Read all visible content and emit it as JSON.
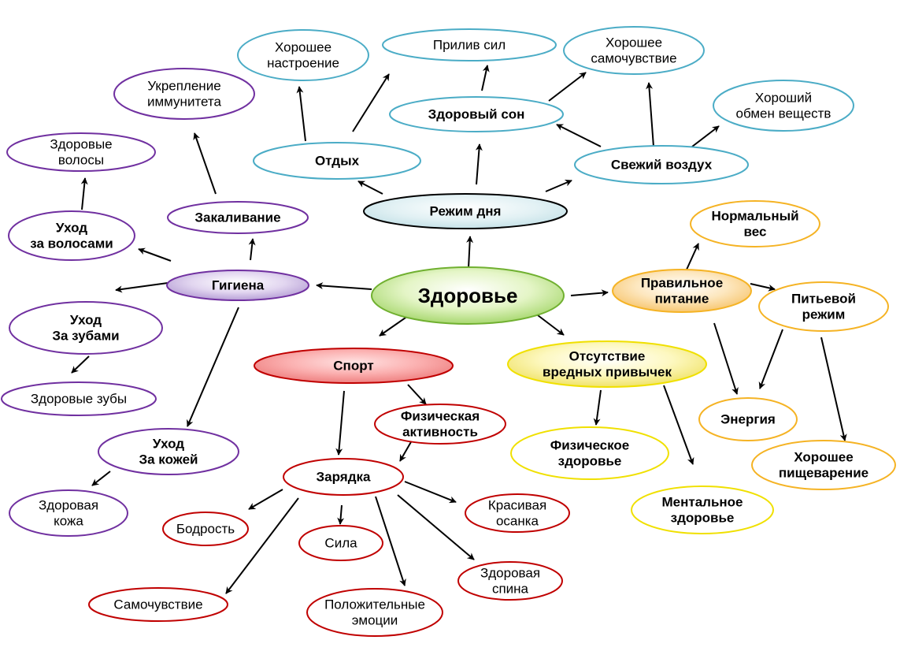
{
  "nodes": {
    "center": {
      "lines": [
        "Здоровье"
      ]
    },
    "gigiena": {
      "lines": [
        "Гигиена"
      ]
    },
    "rezhim": {
      "lines": [
        "Режим дня"
      ]
    },
    "sport": {
      "lines": [
        "Спорт"
      ]
    },
    "pitanie": {
      "lines": [
        "Правильное",
        "питание"
      ]
    },
    "privychki": {
      "lines": [
        "Отсутствие",
        "вредных привычек"
      ]
    },
    "otdykh": {
      "lines": [
        "Отдых"
      ]
    },
    "son": {
      "lines": [
        "Здоровый сон"
      ]
    },
    "vozdukh": {
      "lines": [
        "Свежий воздух"
      ]
    },
    "nastroenie": {
      "lines": [
        "Хорошее",
        "настроение"
      ]
    },
    "priliv": {
      "lines": [
        "Прилив сил"
      ]
    },
    "samochuvstvie_good": {
      "lines": [
        "Хорошее",
        "самочувствие"
      ]
    },
    "obmen": {
      "lines": [
        "Хороший",
        "обмен веществ"
      ]
    },
    "immunitet": {
      "lines": [
        "Укрепление",
        "иммунитета"
      ]
    },
    "zakalivanie": {
      "lines": [
        "Закаливание"
      ]
    },
    "volosy": {
      "lines": [
        "Здоровые",
        "волосы"
      ]
    },
    "ukhod_volosy": {
      "lines": [
        "Уход",
        "за волосами"
      ]
    },
    "ukhod_zuby": {
      "lines": [
        "Уход",
        "За зубами"
      ]
    },
    "zuby": {
      "lines": [
        "Здоровые зубы"
      ]
    },
    "ukhod_kozha": {
      "lines": [
        "Уход",
        "За кожей"
      ]
    },
    "kozha": {
      "lines": [
        "Здоровая",
        "кожа"
      ]
    },
    "fiz_aktivnost": {
      "lines": [
        "Физическая",
        "активность"
      ]
    },
    "zaryadka": {
      "lines": [
        "Зарядка"
      ]
    },
    "bodrost": {
      "lines": [
        "Бодрость"
      ]
    },
    "sila": {
      "lines": [
        "Сила"
      ]
    },
    "samochuvstvie": {
      "lines": [
        "Самочувствие"
      ]
    },
    "emocii": {
      "lines": [
        "Положительные",
        "эмоции"
      ]
    },
    "osanka": {
      "lines": [
        "Красивая",
        "осанка"
      ]
    },
    "spina": {
      "lines": [
        "Здоровая",
        "спина"
      ]
    },
    "ves": {
      "lines": [
        "Нормальный",
        "вес"
      ]
    },
    "pitevoy": {
      "lines": [
        "Питьевой",
        "режим"
      ]
    },
    "energiya": {
      "lines": [
        "Энергия"
      ]
    },
    "pishchevarenie": {
      "lines": [
        "Хорошее",
        "пищеварение"
      ]
    },
    "fiz_zdorovie": {
      "lines": [
        "Физическое",
        "здоровье"
      ]
    },
    "ment_zdorovie": {
      "lines": [
        "Ментальное",
        "здоровье"
      ]
    }
  },
  "colors": {
    "purple": "#7030a0",
    "teal": "#4bacc6",
    "red": "#c00000",
    "orange": "#f5b324",
    "yellow": "#f0e000",
    "green": "#70b030",
    "arrow": "#000000"
  }
}
